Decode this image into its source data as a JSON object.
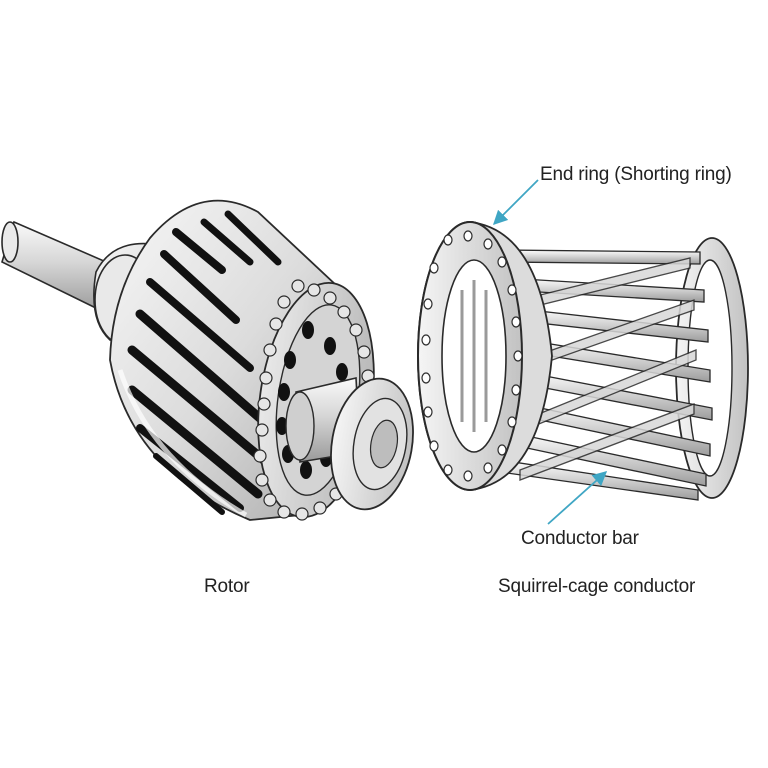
{
  "labels": {
    "end_ring": "End ring (Shorting ring)",
    "conductor_bar": "Conductor bar",
    "rotor": "Rotor",
    "squirrel_cage": "Squirrel-cage conductor"
  },
  "colors": {
    "metal_light": "#f2f2f2",
    "metal_mid": "#c9c9c9",
    "metal_dark": "#8a8a8a",
    "outline": "#2a2a2a",
    "slot_dark": "#111111",
    "leader_arrow": "#3fa6c4"
  }
}
